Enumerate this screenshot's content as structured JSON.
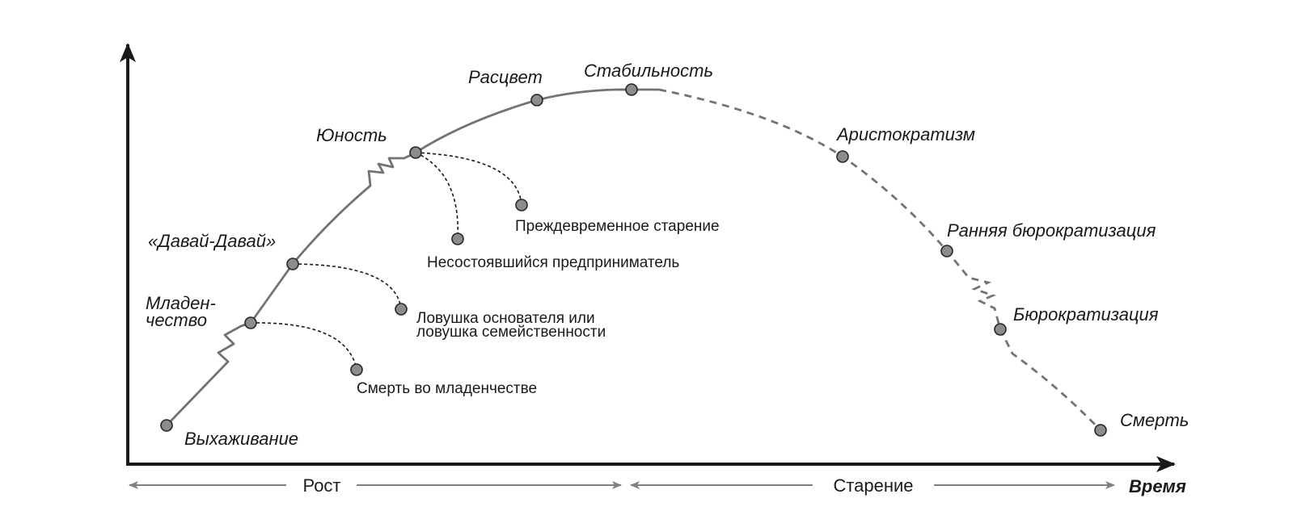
{
  "stages": [
    {
      "key": "courtship",
      "label": "Выхаживание"
    },
    {
      "key": "infancy",
      "label_lines": [
        "Младен-",
        "чество"
      ]
    },
    {
      "key": "go-go",
      "label": "«Давай-Давай»"
    },
    {
      "key": "adolescence",
      "label": "Юность"
    },
    {
      "key": "prime",
      "label": "Расцвет"
    },
    {
      "key": "stable",
      "label": "Стабильность"
    },
    {
      "key": "aristocracy",
      "label": "Аристократизм"
    },
    {
      "key": "early-bureaucracy",
      "label": "Ранняя бюрократизация"
    },
    {
      "key": "bureaucracy",
      "label": "Бюрократизация"
    },
    {
      "key": "death",
      "label": "Смерть"
    }
  ],
  "traps": [
    {
      "key": "infant-mortality",
      "label_lines": [
        "Смерть во младенчестве"
      ]
    },
    {
      "key": "founder-trap",
      "label_lines": [
        "Ловушка основателя или",
        "ловушка семейственности"
      ]
    },
    {
      "key": "unfulfilled-entrepreneur",
      "label_lines": [
        "Несостоявшийся предприниматель"
      ]
    },
    {
      "key": "premature-aging",
      "label_lines": [
        "Преждевременное старение"
      ]
    }
  ],
  "phases": {
    "growth": "Рост",
    "aging": "Старение"
  },
  "axis": {
    "x_label": "Время"
  },
  "colors": {
    "curve": "#737373",
    "node_fill": "#8c8c8c",
    "axis": "#1a1a1a",
    "phase_arrows": "#808080"
  }
}
